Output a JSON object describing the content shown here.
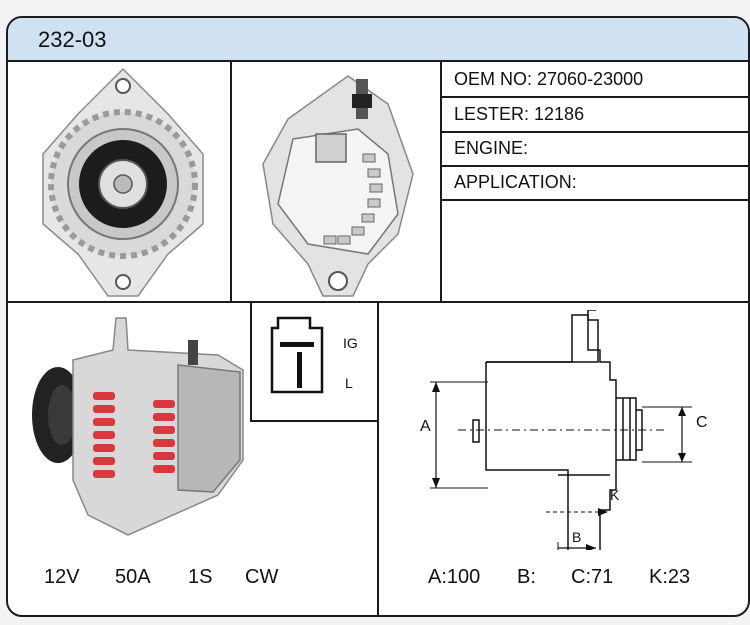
{
  "header": {
    "title": "232-03"
  },
  "info": {
    "oem": "OEM NO: 27060-23000",
    "lester": "LESTER: 12186",
    "engine": "ENGINE:",
    "application": "APPLICATION:"
  },
  "specs": {
    "voltage": "12V",
    "amperage": "50A",
    "type": "1S",
    "rotation": "CW"
  },
  "connector": {
    "ig_label": "IG",
    "l_label": "L"
  },
  "dimension_labels": {
    "a": "A",
    "b": "B",
    "c": "C",
    "k": "K"
  },
  "dimensions": {
    "a": "A:100",
    "b": "B:",
    "c": "C:71",
    "k": "K:23"
  }
}
